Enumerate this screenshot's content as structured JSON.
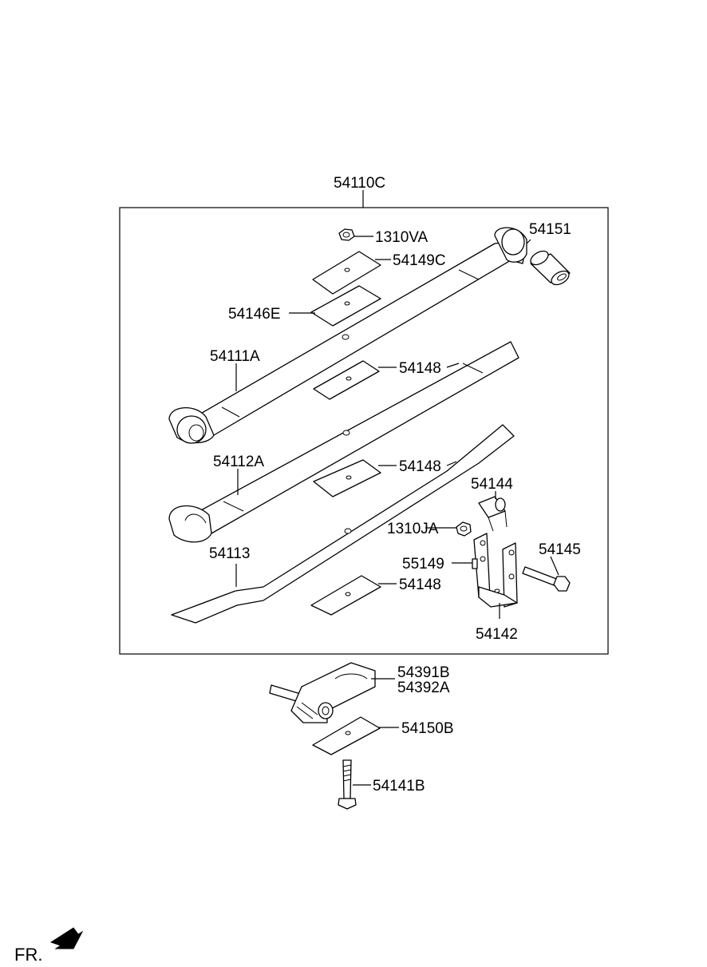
{
  "assembly_label": "54110C",
  "labels": {
    "nut_upper": "1310VA",
    "bushing": "54151",
    "pad_top": "54149C",
    "pad_second": "54146E",
    "leaf_main": "54111A",
    "insert_1": "54148",
    "leaf_second": "54112A",
    "insert_2": "54148",
    "pin": "54144",
    "leaf_third": "54113",
    "nut_lower": "1310JA",
    "bolt": "54145",
    "shackle_plate": "55149",
    "insert_3": "54148",
    "shackle": "54142",
    "bracket_a": "54391B",
    "bracket_b": "54392A",
    "pad_bottom": "54150B",
    "u_bolt": "54141B"
  },
  "orientation_label": "FR."
}
